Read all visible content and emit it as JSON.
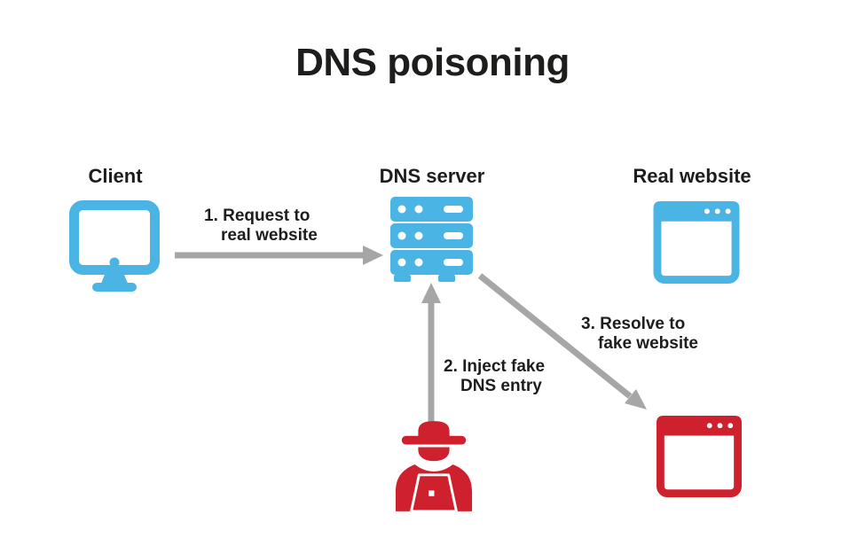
{
  "title": "DNS poisoning",
  "colors": {
    "blue": "#4ab4e4",
    "red": "#cf202e",
    "arrow_gray": "#a6a6a6",
    "text": "#1d1d1b",
    "background": "#ffffff"
  },
  "nodes": {
    "client": {
      "label": "Client",
      "icon": "monitor-icon",
      "color": "#4ab4e4"
    },
    "dns_server": {
      "label": "DNS server",
      "icon": "server-stack-icon",
      "color": "#4ab4e4"
    },
    "real_website": {
      "label": "Real website",
      "icon": "browser-window-icon",
      "color": "#4ab4e4"
    },
    "attacker": {
      "icon": "hacker-spy-icon",
      "color": "#cf202e"
    },
    "fake_website": {
      "icon": "browser-window-icon",
      "color": "#cf202e"
    }
  },
  "steps": {
    "step1": {
      "line1": "1. Request to",
      "line2": "real website",
      "from": "client",
      "to": "dns_server"
    },
    "step2": {
      "line1": "2. Inject fake",
      "line2": "DNS entry",
      "from": "attacker",
      "to": "dns_server"
    },
    "step3": {
      "line1": "3. Resolve to",
      "line2": "fake website",
      "from": "dns_server",
      "to": "fake_website"
    }
  }
}
